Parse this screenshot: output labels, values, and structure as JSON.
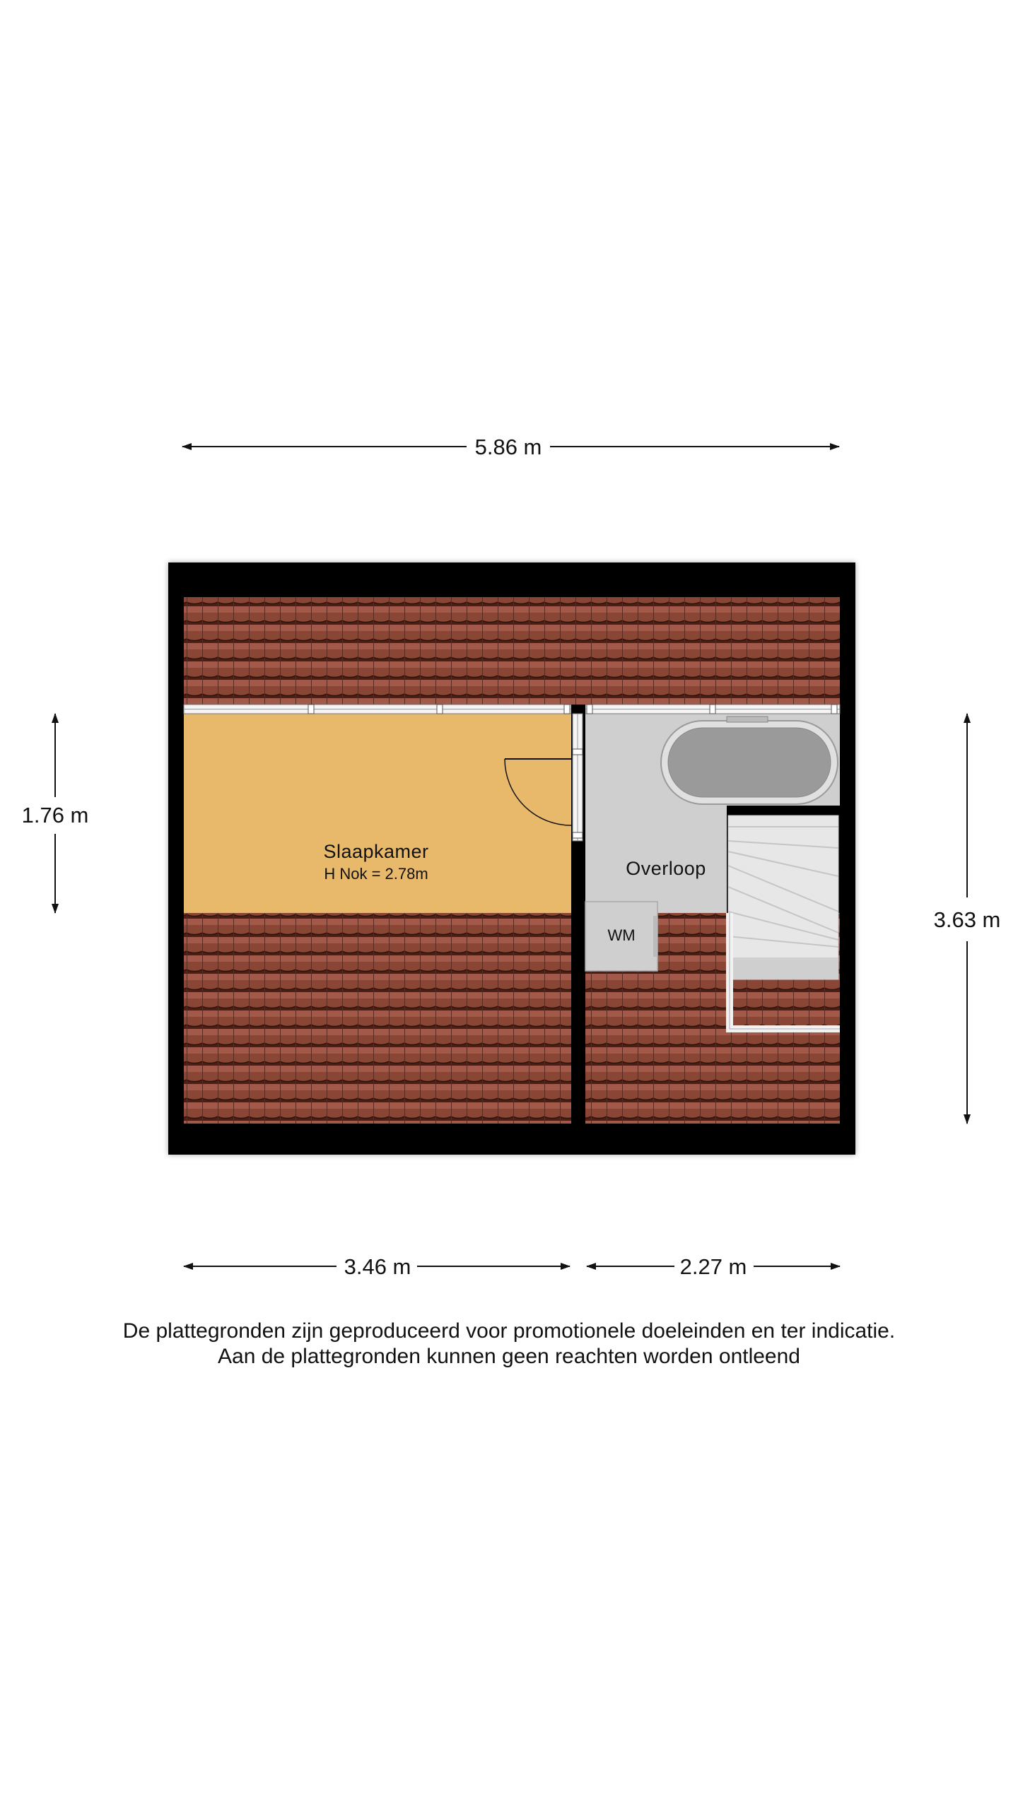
{
  "dimensions": {
    "overall_width": "5.86 m",
    "left_height": "1.76 m",
    "right_height": "3.63 m",
    "bottom_left": "3.46 m",
    "bottom_right": "2.27 m"
  },
  "rooms": {
    "slaapkamer": {
      "name": "Slaapkamer",
      "detail": "H Nok = 2.78m"
    },
    "overloop": {
      "name": "Overloop"
    },
    "wm": {
      "name": "WM"
    }
  },
  "disclaimer": {
    "line1": "De plattegronden zijn geproduceerd voor promotionele doeleinden en ter indicatie.",
    "line2": "Aan de plattegronden kunnen geen reachten worden ontleend"
  },
  "colors": {
    "roof_tile": "#8a4634",
    "roof_shadow": "#4a1f16",
    "bedroom_floor": "#e8b96a",
    "landing_floor": "#cfcfcf",
    "wall": "#000000"
  }
}
